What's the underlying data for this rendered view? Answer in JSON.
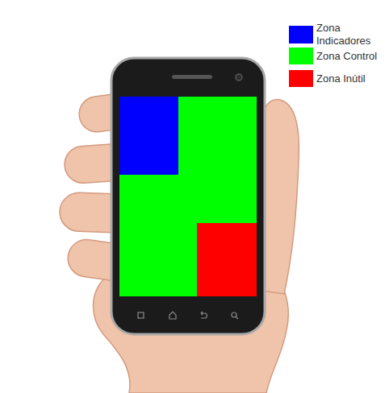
{
  "diagram": {
    "legend": [
      {
        "text": "Zona Indicadores",
        "color": "#0000ff"
      },
      {
        "text": "Zona Control",
        "color": "#00ff00"
      },
      {
        "text": "Zona Inútil",
        "color": "#ff0000"
      }
    ]
  }
}
